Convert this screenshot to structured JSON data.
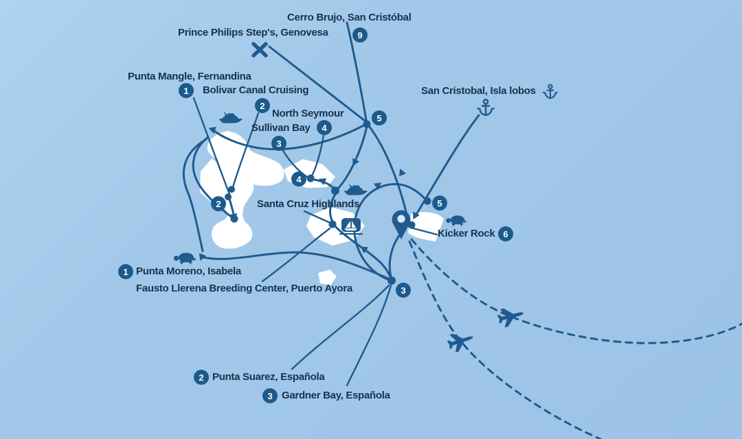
{
  "map": {
    "type": "galapagos-cruise-itinerary-map",
    "colors": {
      "ocean": "#9fc6e8",
      "route": "#1f5b8f",
      "island": "#ffffff",
      "badge_fill": "#1d5a8c",
      "badge_text": "#ffffff",
      "label_text": "#15324e"
    },
    "labels": {
      "cerro_brujo": "Cerro Brujo, San Cristóbal",
      "prince_philips": "Prince Philips Step's, Genovesa",
      "punta_mangle": "Punta Mangle, Fernandina",
      "bolivar_canal": "Bolivar Canal Cruising",
      "north_seymour": "North Seymour",
      "sullivan_bay": "Sullivan Bay",
      "san_cristobal": "San Cristobal, Isla lobos",
      "santa_cruz": "Santa Cruz Highlands",
      "kicker_rock": "Kicker Rock",
      "punta_moreno": "Punta Moreno, Isabela",
      "fausto_llerena": "Fausto Llerena Breeding Center, Puerto Ayora",
      "punta_suarez": "Punta Suarez, Española",
      "gardner_bay": "Gardner Bay, Española"
    },
    "markers": {
      "punta_mangle": "1",
      "bolivar_canal": "2",
      "sullivan_bay": "3",
      "north_seymour": "4",
      "cerro_brujo": "9",
      "route_day5_north": "5",
      "route_day5_east": "5",
      "kicker_rock": "6",
      "isabela_stop": "2",
      "santiago_stop": "4",
      "punta_moreno": "1",
      "east_stop": "3",
      "punta_suarez": "2",
      "gardner_bay": "3"
    },
    "icons": {
      "x_marker": "dive-site-x",
      "yacht": "motor-yacht",
      "anchor": "anchorage",
      "turtle": "giant-tortoise",
      "location_pin": "map-pin",
      "sailboat_badge": "sailing-stop",
      "plane": "flight-route"
    }
  }
}
